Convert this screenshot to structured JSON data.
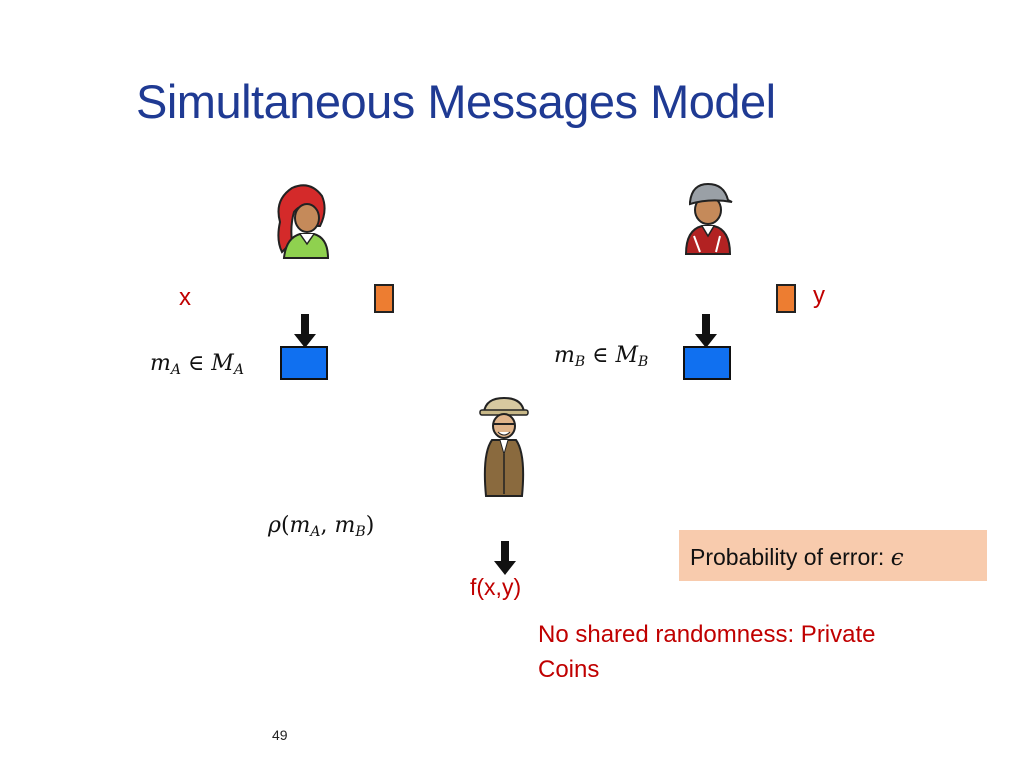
{
  "slide": {
    "title": "Simultaneous Messages Model",
    "alice_input": "x",
    "bob_input": "y",
    "alice_msg": {
      "m": "m",
      "sub": "A",
      "rel": " ∈ ",
      "M": "M",
      "Msub": "A"
    },
    "bob_msg": {
      "m": "m",
      "sub": "B",
      "rel": " ∈ ",
      "M": "M",
      "Msub": "B"
    },
    "referee_func": {
      "rho": "ρ",
      "open": "(",
      "m1": "m",
      "s1": "A",
      "comma": ", ",
      "m2": "m",
      "s2": "B",
      "close": ")"
    },
    "output": "f(x,y)",
    "error_label": "Probability of error: ",
    "error_symbol": "ϵ",
    "randomness_note": "No shared randomness: Private Coins",
    "page_number": "49"
  },
  "icons": {
    "alice": "woman-avatar-icon",
    "bob": "man-cap-avatar-icon",
    "referee": "detective-avatar-icon",
    "arrow": "arrow-down-icon"
  },
  "colors": {
    "title": "#1f3a93",
    "accent_red": "#c00000",
    "input_box": "#ed7d31",
    "message_box": "#1070f0",
    "error_box": "#f8cbad"
  }
}
